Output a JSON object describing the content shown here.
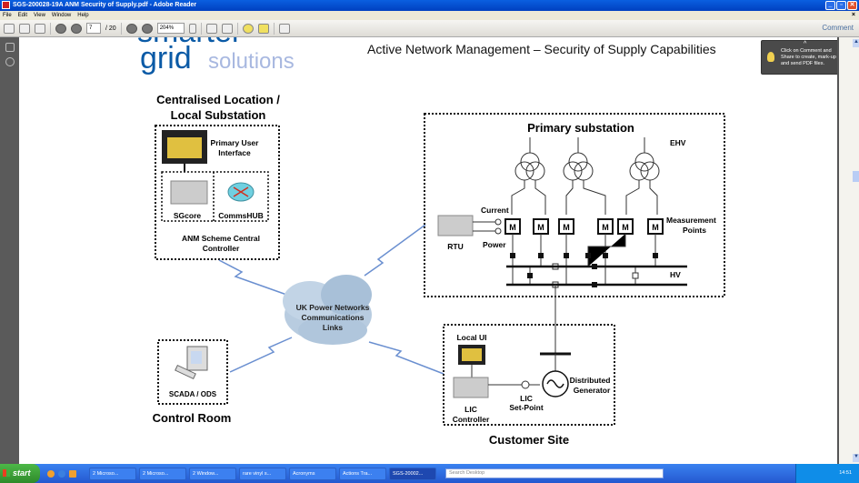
{
  "window": {
    "title": "SGS-200028-19A ANM Security of Supply.pdf - Adobe Reader",
    "buttons": {
      "minimize": "_",
      "maximize": "▫",
      "close": "✕"
    }
  },
  "menu": {
    "items": [
      "File",
      "Edit",
      "View",
      "Window",
      "Help"
    ],
    "close_doc": "×"
  },
  "toolbar": {
    "page_current": "7",
    "page_total": "/ 20",
    "zoom_value": "204%",
    "comment_label": "Comment"
  },
  "tooltip": {
    "caret": "^",
    "text": "Click on Comment and Share to create, mark-up and send PDF files."
  },
  "document": {
    "logo_top": "smarter",
    "logo_grid": "grid",
    "logo_solutions": "solutions",
    "slide_title": "Active Network Management – Security of Supply Capabilities",
    "central": {
      "heading_line1": "Centralised Location /",
      "heading_line2": "Local Substation",
      "primary_ui_line1": "Primary User",
      "primary_ui_line2": "Interface",
      "sgcore": "SGcore",
      "commshub": "CommsHUB",
      "controller_line1": "ANM Scheme Central",
      "controller_line2": "Controller"
    },
    "cloud": {
      "line1": "UK Power Networks",
      "line2": "Communications",
      "line3": "Links"
    },
    "control_room": {
      "device_label": "SCADA / ODS",
      "heading": "Control Room"
    },
    "primary": {
      "heading": "Primary substation",
      "ehv": "EHV",
      "hv": "HV",
      "current": "Current",
      "power": "Power",
      "rtu": "RTU",
      "meter": "M",
      "measurement_line1": "Measurement",
      "measurement_line2": "Points"
    },
    "customer": {
      "local_ui": "Local UI",
      "lic_line1": "LIC",
      "lic_line2": "Controller",
      "setpoint_line1": "LIC",
      "setpoint_line2": "Set-Point",
      "generator_line1": "Distributed",
      "generator_line2": "Generator",
      "heading": "Customer Site"
    }
  },
  "taskbar": {
    "start": "start",
    "tasks": [
      "2 Microso...",
      "2 Microso...",
      "2 Window...",
      "rare vinyl s...",
      "Acronyms",
      "Actions Tra...",
      "SGS-20002..."
    ],
    "search_placeholder": "Search Desktop",
    "clock": "14:51"
  }
}
